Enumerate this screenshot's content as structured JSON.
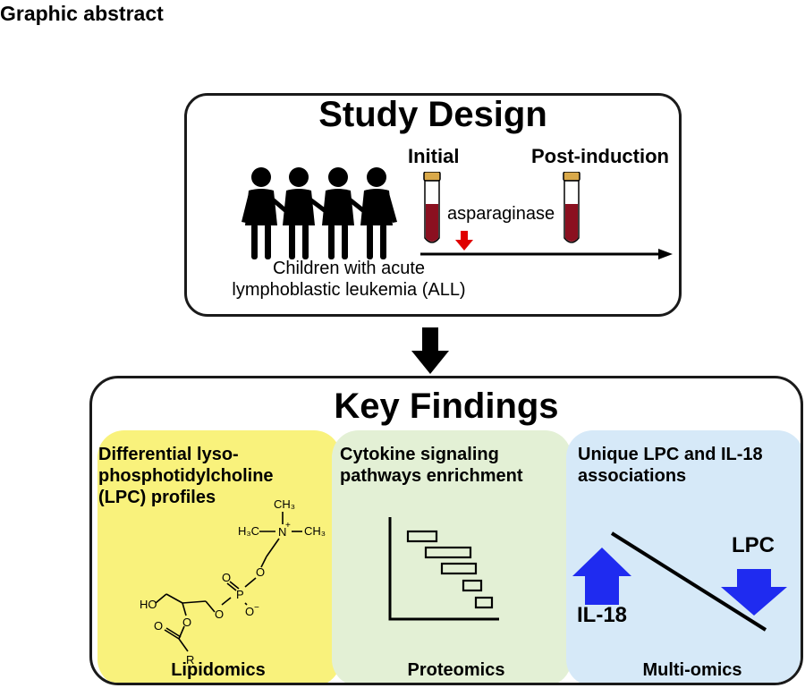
{
  "header": {
    "title": "Graphic abstract"
  },
  "study_design": {
    "title": "Study Design",
    "cohort_line1": "Children with acute",
    "cohort_line2": "lymphoblastic leukemia (ALL)",
    "timepoint_initial": "Initial",
    "timepoint_post": "Post-induction",
    "treatment": "asparaginase"
  },
  "key_findings": {
    "title": "Key Findings",
    "panels": [
      {
        "line1": "Differential lyso-",
        "line2": "phosphotidylcholine",
        "line3": "(LPC) profiles",
        "method": "Lipidomics"
      },
      {
        "line1": "Cytokine signaling",
        "line2": "pathways enrichment",
        "method": "Proteomics"
      },
      {
        "line1": "Unique LPC and IL-18",
        "line2": "associations",
        "method": "Multi-omics"
      }
    ],
    "molecule_labels": {
      "ch3_top": "CH₃",
      "ch3_left": "H₃C",
      "n_plus": "N",
      "plus": "+",
      "ch3_right": "CH₃",
      "o1": "O",
      "o2": "O",
      "o3": "O",
      "o_minus": "O",
      "minus": "−",
      "p": "P",
      "ho": "HO",
      "o4": "O",
      "o5": "O",
      "r": "R"
    },
    "il18_label": "IL-18",
    "lpc_label": "LPC"
  },
  "colors": {
    "lipid_panel": "#f9f27c",
    "prot_panel": "#e3f0d5",
    "multi_panel": "#d6e9f8",
    "arrow_blue": "#1f2bf0",
    "arrow_red": "#e00000",
    "blood": "#8b1020"
  }
}
